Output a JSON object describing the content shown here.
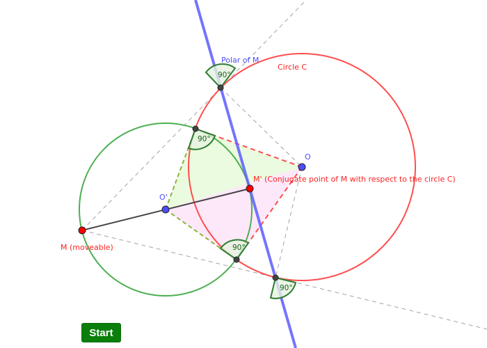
{
  "labels": {
    "polar": "Polar of M",
    "circle_c": "Circle C",
    "o": "O",
    "o_prime": "O'",
    "m": "M (moveable)",
    "m_prime": "M' (Conjugate point of M with respect to the circle C)"
  },
  "angles": [
    "90°",
    "90°",
    "90°",
    "90°"
  ],
  "start_button": "Start",
  "colors": {
    "polar": "#6666ff",
    "circle_c": "#ff4d4d",
    "circle_green": "#4caf50",
    "point_red": "#ff0000",
    "point_blue": "#4d4dff",
    "button": "#0b7f0b"
  }
}
